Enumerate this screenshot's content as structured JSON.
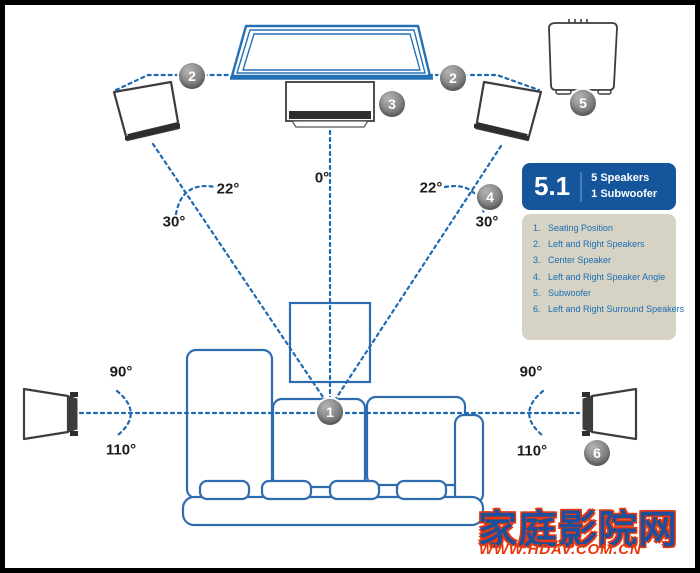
{
  "legend": {
    "format": "5.1",
    "speakers_line": "5 Speakers",
    "subwoofer_line": "1 Subwoofer",
    "items": [
      {
        "num": "1.",
        "label": "Seating Position"
      },
      {
        "num": "2.",
        "label": "Left and Right Speakers"
      },
      {
        "num": "3.",
        "label": "Center Speaker"
      },
      {
        "num": "4.",
        "label": "Left and Right Speaker Angle"
      },
      {
        "num": "5.",
        "label": "Subwoofer"
      },
      {
        "num": "6.",
        "label": "Left and Right Surround Speakers"
      }
    ]
  },
  "markers": {
    "m1": "1",
    "m2": "2",
    "m3": "3",
    "m4": "4",
    "m5": "5",
    "m6": "6"
  },
  "angles": {
    "front_left_inner": "22°",
    "front_left_outer": "30°",
    "center": "0°",
    "front_right_inner": "22°",
    "front_right_outer": "30°",
    "surround_left_top": "90°",
    "surround_left_bottom": "110°",
    "surround_right_top": "90°",
    "surround_right_bottom": "110°"
  },
  "watermark": {
    "site_name": "家庭影院网",
    "site_url": "WWW.HDAV.COM.CN"
  },
  "colors": {
    "diagram_blue": "#2471b5",
    "sofa_blue": "#2e6cb0",
    "dashed_line_blue": "#1e6ab2",
    "speaker_gray": "#3c3c3c",
    "badge_gray": "#7a7a7a",
    "legend_header_blue": "#15559c",
    "legend_body_beige": "#d6d2c4",
    "legend_text_blue": "#1a6fb5",
    "watermark_blue": "#1d4f9c",
    "watermark_red": "#e8380d",
    "frame_black": "#000000"
  }
}
